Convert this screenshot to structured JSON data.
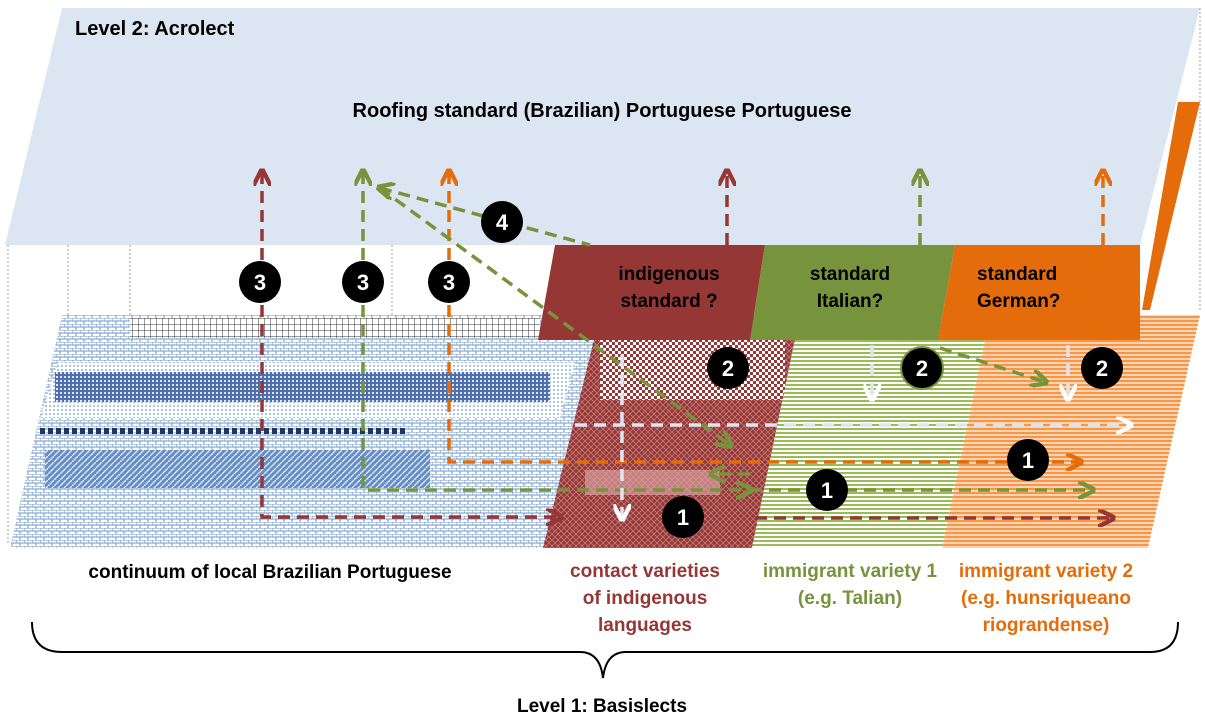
{
  "level2_label": "Level 2: Acrolect",
  "roof_label": "Roofing standard (Brazilian) Portuguese Portuguese",
  "standards": {
    "indigenous": [
      "indigenous",
      "standard ?"
    ],
    "italian": [
      "standard",
      "Italian?"
    ],
    "german": [
      "standard",
      "German?"
    ]
  },
  "varieties": {
    "portuguese": "continuum of local Brazilian Portuguese",
    "indigenous": [
      "contact varieties",
      "of indigenous",
      "languages"
    ],
    "immigrant1": [
      "immigrant variety 1",
      "(e.g. Talian)"
    ],
    "immigrant2": [
      "immigrant variety 2",
      "(e.g. hunsriqueano",
      "riograndense)"
    ]
  },
  "level1_label": "Level 1: Basislects",
  "badges": {
    "one": "1",
    "two": "2",
    "three": "3",
    "four": "4"
  },
  "colors": {
    "acrolect": "#dce6f2",
    "indigenous": "#953735",
    "italian": "#77933c",
    "german": "#e46c0a",
    "portuguese_texture": "#8eb4e3",
    "badge": "#000000",
    "arrow_white": "#ffffff"
  }
}
